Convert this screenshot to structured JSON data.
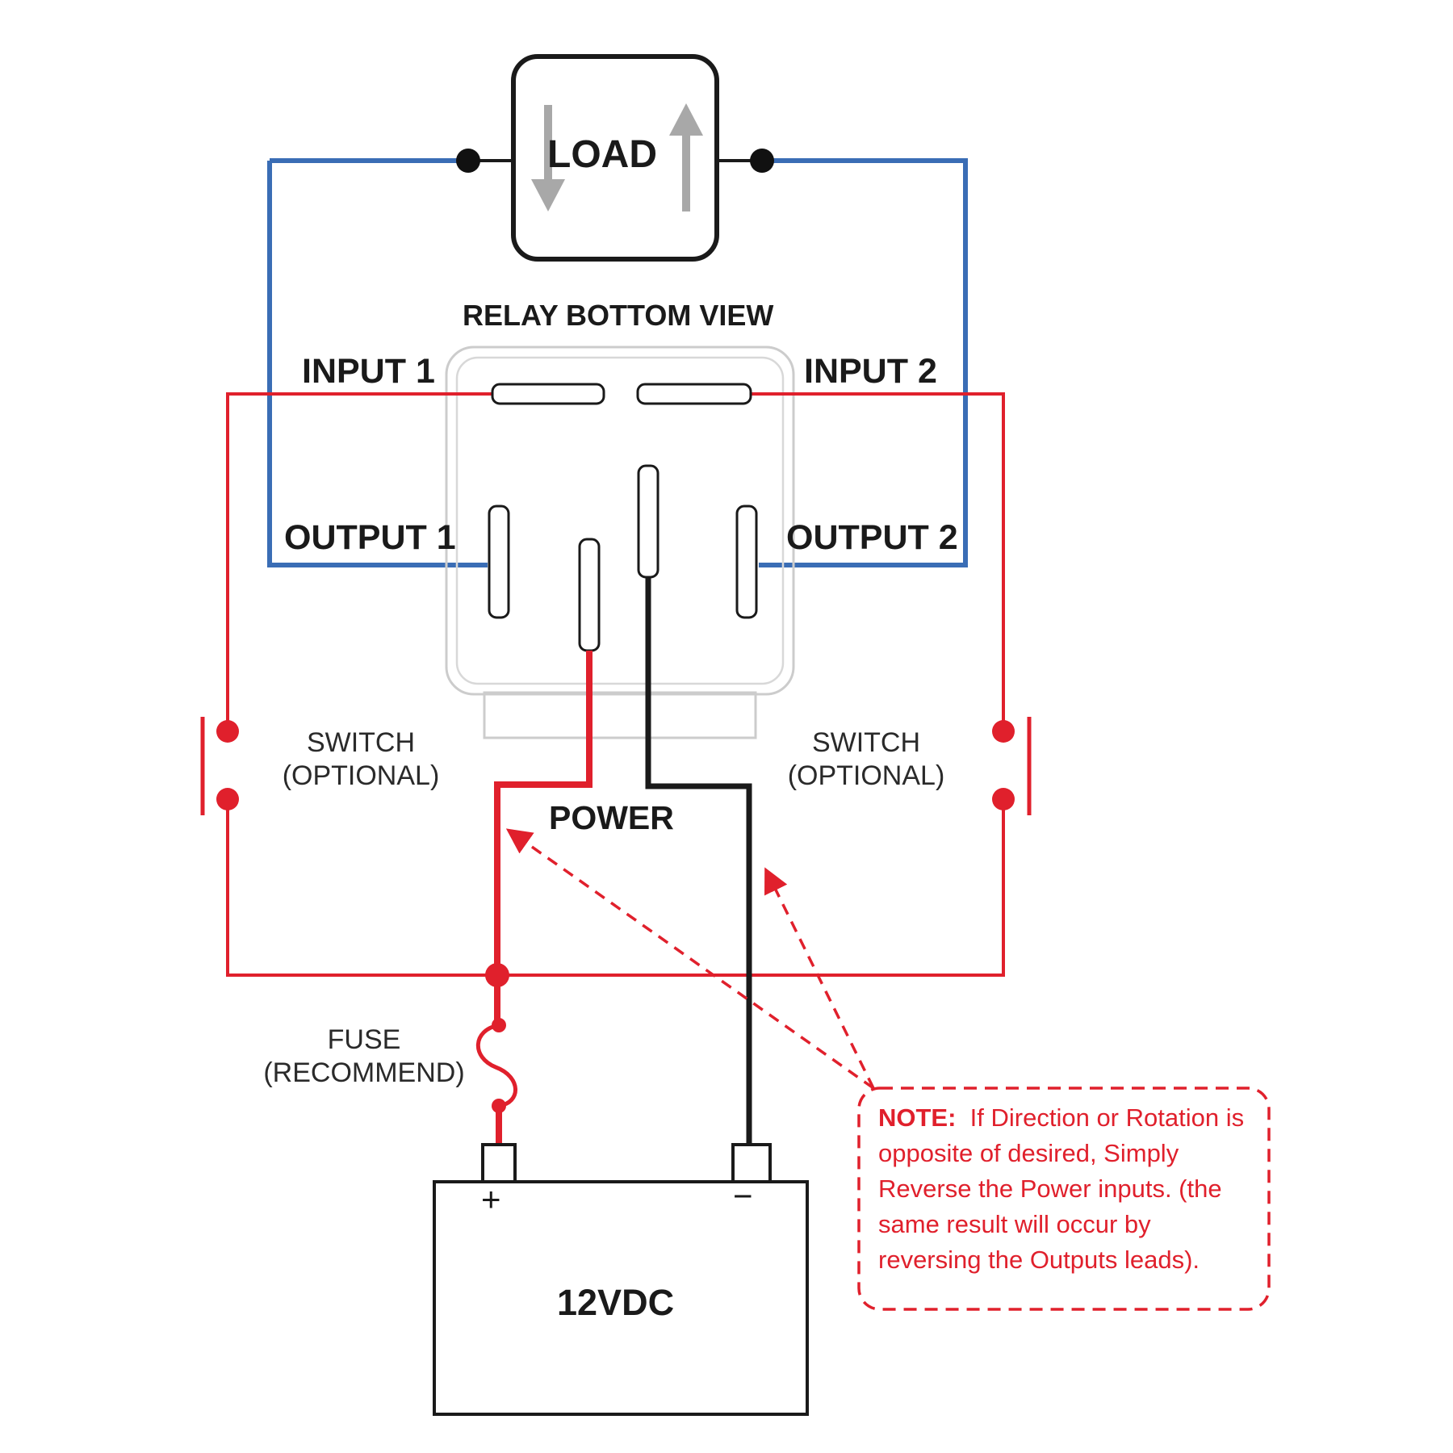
{
  "load": {
    "label": "LOAD"
  },
  "relay": {
    "title": "RELAY BOTTOM VIEW"
  },
  "pins": {
    "input1": "INPUT 1",
    "input2": "INPUT 2",
    "output1": "OUTPUT 1",
    "output2": "OUTPUT 2"
  },
  "switches": {
    "left": {
      "line1": "SWITCH",
      "line2": "(OPTIONAL)"
    },
    "right": {
      "line1": "SWITCH",
      "line2": "(OPTIONAL)"
    }
  },
  "power": {
    "label": "POWER"
  },
  "fuse": {
    "line1": "FUSE",
    "line2": "(RECOMMEND)"
  },
  "battery": {
    "plus": "+",
    "minus": "−",
    "label": "12VDC"
  },
  "note": {
    "prefix": "NOTE:",
    "text": "If Direction or Rotation is opposite of desired, Simply Reverse the Power inputs. (the same result will occur by reversing the Outputs leads)."
  },
  "colors": {
    "wire_blue": "#3a6db5",
    "wire_red": "#e0202c",
    "wire_black": "#1a1a1a",
    "relay_outline": "#c8c8c8",
    "arrow_gray": "#a8a8a8"
  }
}
